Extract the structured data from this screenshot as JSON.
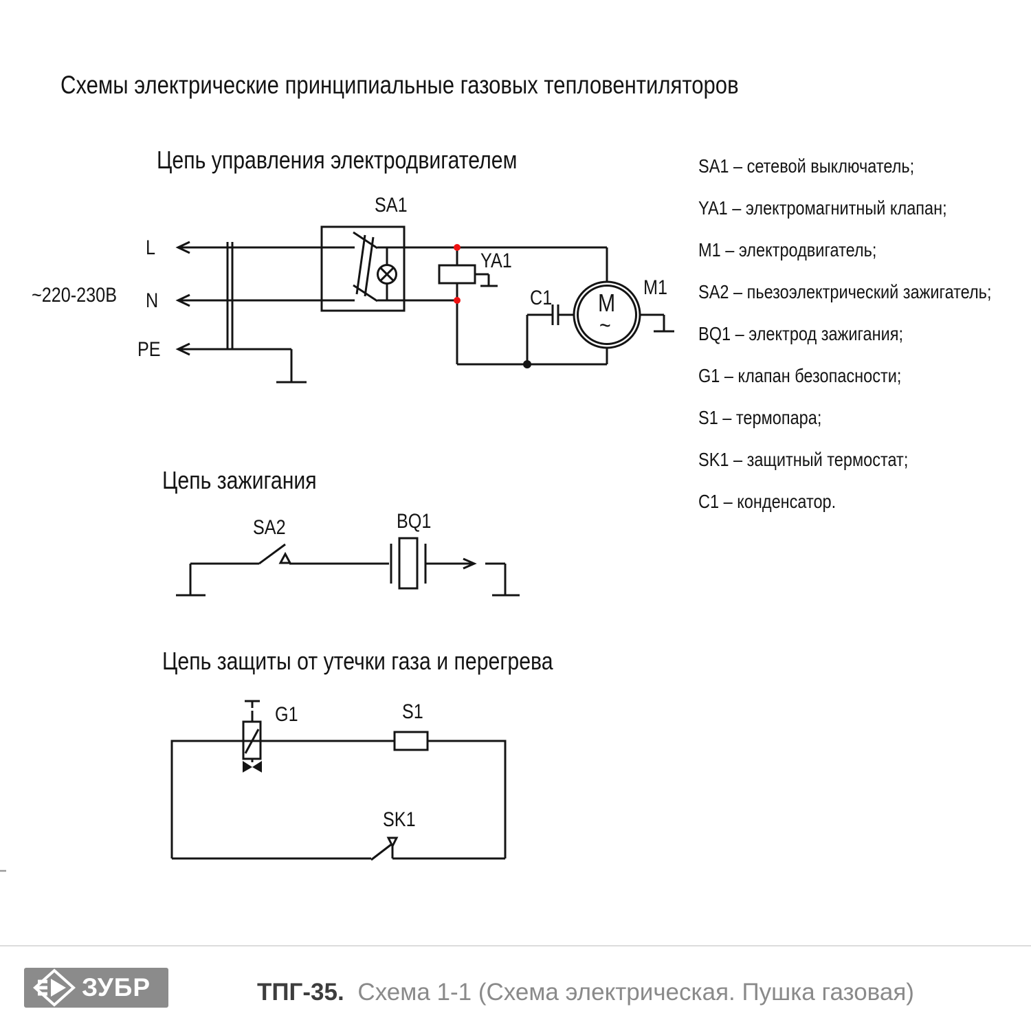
{
  "page": {
    "title": "Схемы электрические принципиальные газовых тепловентиляторов"
  },
  "sections": {
    "motor_control": {
      "title": "Цепь управления электродвигателем",
      "voltage_label": "~220-230В",
      "terminals": {
        "l": "L",
        "n": "N",
        "pe": "PE"
      },
      "components": {
        "sa1": "SA1",
        "ya1": "YA1",
        "c1": "C1",
        "m1": "M1",
        "motor_letter": "M",
        "motor_ac_symbol": "~"
      }
    },
    "ignition": {
      "title": "Цепь зажигания",
      "components": {
        "sa2": "SA2",
        "bq1": "BQ1"
      }
    },
    "protection": {
      "title": "Цепь защиты от утечки газа и перегрева",
      "components": {
        "g1": "G1",
        "s1": "S1",
        "sk1": "SK1"
      }
    }
  },
  "legend": {
    "items": [
      "SA1 – сетевой выключатель;",
      "YA1 – электромагнитный клапан;",
      "M1 – электродвигатель;",
      "SA2 – пьезоэлектрический зажигатель;",
      "BQ1 – электрод зажигания;",
      "G1 – клапан безопасности;",
      "S1 – термопара;",
      "SK1 – защитный термостат;",
      "C1 – конденсатор."
    ]
  },
  "footer": {
    "brand": "ЗУБР",
    "model": "ТПГ-35.",
    "caption": "Схема 1-1 (Схема электрическая. Пушка газовая)"
  },
  "colors": {
    "wire": "#141414",
    "junction_red": "#ee1111",
    "junction_black": "#141414",
    "logo_background": "#8b8b8b",
    "caption_gray": "#8a8a8a"
  }
}
